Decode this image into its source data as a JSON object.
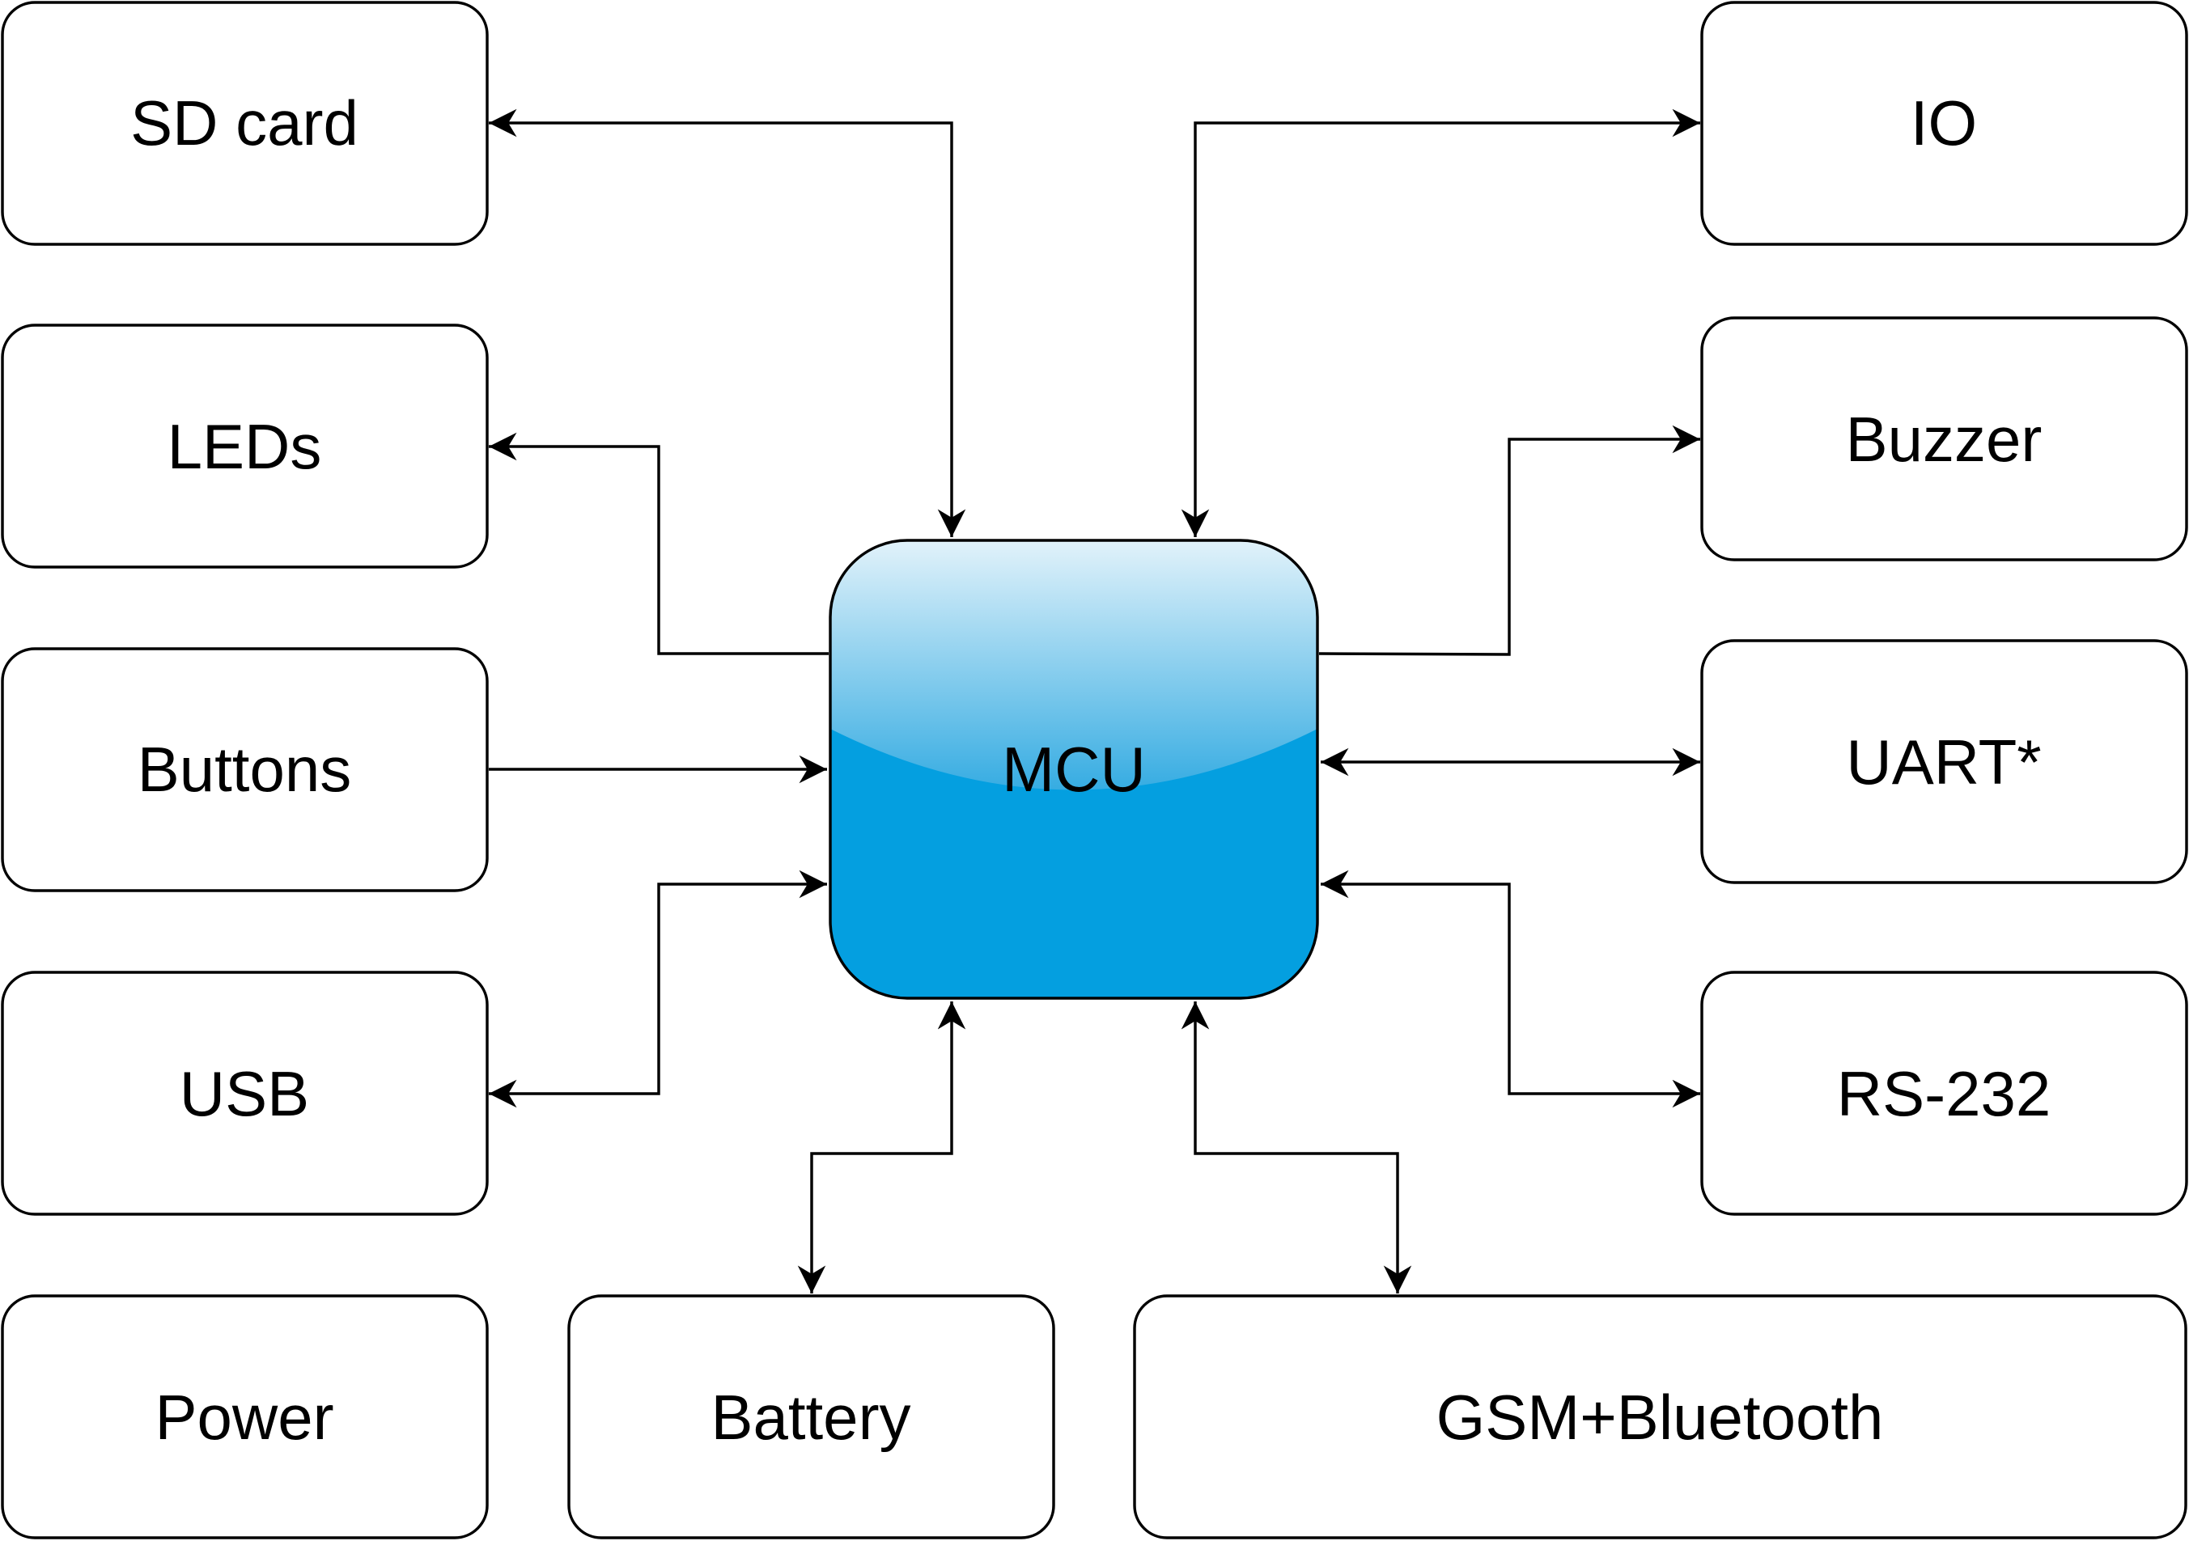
{
  "nodes": {
    "mcu": "MCU",
    "sd_card": "SD card",
    "leds": "LEDs",
    "buttons": "Buttons",
    "usb": "USB",
    "power": "Power",
    "battery": "Battery",
    "gsm_bluetooth": "GSM+Bluetooth",
    "io": "IO",
    "buzzer": "Buzzer",
    "uart": "UART*",
    "rs232": "RS-232"
  },
  "edges": [
    {
      "from": "mcu",
      "to": "sd_card",
      "direction": "both"
    },
    {
      "from": "mcu",
      "to": "leds",
      "direction": "to"
    },
    {
      "from": "buttons",
      "to": "mcu",
      "direction": "to"
    },
    {
      "from": "mcu",
      "to": "usb",
      "direction": "both"
    },
    {
      "from": "mcu",
      "to": "battery",
      "direction": "both"
    },
    {
      "from": "mcu",
      "to": "gsm_bluetooth",
      "direction": "both"
    },
    {
      "from": "mcu",
      "to": "io",
      "direction": "both"
    },
    {
      "from": "mcu",
      "to": "buzzer",
      "direction": "to"
    },
    {
      "from": "mcu",
      "to": "uart",
      "direction": "both"
    },
    {
      "from": "mcu",
      "to": "rs232",
      "direction": "both"
    }
  ],
  "colors": {
    "mcu_fill": "#049fe0",
    "mcu_gloss_top": "#e6f4fb",
    "box_stroke": "#000000",
    "box_fill": "#ffffff"
  }
}
